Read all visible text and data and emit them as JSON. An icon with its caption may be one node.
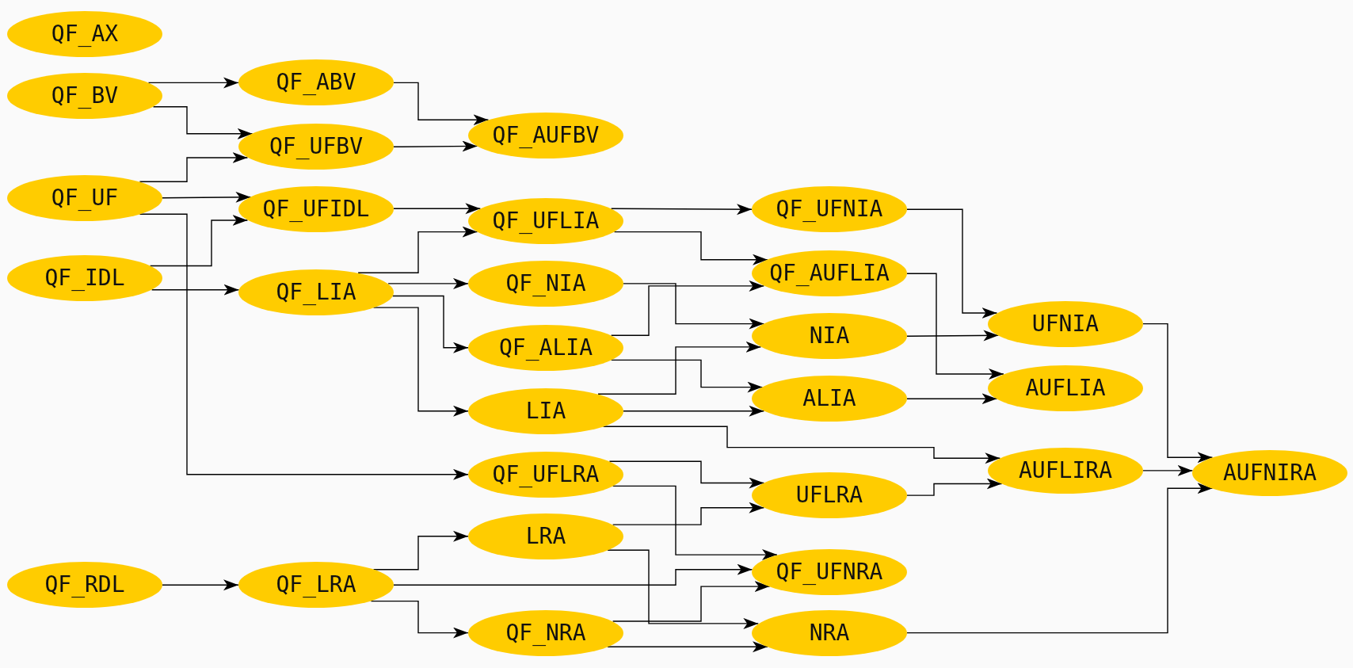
{
  "diagram": {
    "nodes": [
      {
        "text": [
          "QF_AX"
        ]
      },
      {
        "text": [
          "QF_BV"
        ]
      },
      {
        "text": [
          "QF_ABV"
        ]
      },
      {
        "text": [
          "QF_UFBV"
        ]
      },
      {
        "text": [
          "QF_AUFBV"
        ]
      },
      {
        "text": [
          "QF_UF"
        ]
      },
      {
        "text": [
          "QF_UFIDL"
        ]
      },
      {
        "text": [
          "QF_IDL"
        ]
      },
      {
        "text": [
          "QF_LIA"
        ]
      },
      {
        "text": [
          "QF_UFLIA"
        ]
      },
      {
        "text": [
          "QF_NIA"
        ]
      },
      {
        "text": [
          "QF_ALIA"
        ]
      },
      {
        "text": [
          "LIA"
        ]
      },
      {
        "text": [
          "QF_UFNIA"
        ]
      },
      {
        "text": [
          "QF_AUFLIA"
        ]
      },
      {
        "text": [
          "NIA"
        ]
      },
      {
        "text": [
          "ALIA"
        ]
      },
      {
        "text": [
          "UFNIA"
        ]
      },
      {
        "text": [
          "AUFLIA"
        ]
      },
      {
        "text": [
          "QF_UFLRA"
        ]
      },
      {
        "text": [
          "UFLRA"
        ]
      },
      {
        "text": [
          "AUFLIRA"
        ]
      },
      {
        "text": [
          "AUFNIRA"
        ]
      },
      {
        "text": [
          "LRA"
        ]
      },
      {
        "text": [
          "QF_RDL"
        ]
      },
      {
        "text": [
          "QF_LRA"
        ]
      },
      {
        "text": [
          "QF_UFNRA"
        ]
      },
      {
        "text": [
          "QF_NRA"
        ]
      },
      {
        "text": [
          "NRA"
        ]
      }
    ],
    "edges": [
      {
        "from": 1,
        "to": 2,
        "arrow": "to"
      },
      {
        "from": 1,
        "to": 3,
        "arrow": "to"
      },
      {
        "from": 5,
        "to": 3,
        "arrow": "to"
      },
      {
        "from": 5,
        "to": 6,
        "arrow": "to"
      },
      {
        "from": 5,
        "to": 19,
        "arrow": "to"
      },
      {
        "from": 7,
        "to": 6,
        "arrow": "to"
      },
      {
        "from": 7,
        "to": 8,
        "arrow": "to"
      },
      {
        "from": 2,
        "to": 4,
        "arrow": "to"
      },
      {
        "from": 3,
        "to": 4,
        "arrow": "to"
      },
      {
        "from": 6,
        "to": 9,
        "arrow": "to"
      },
      {
        "from": 8,
        "to": 9,
        "arrow": "to"
      },
      {
        "from": 8,
        "to": 10,
        "arrow": "to"
      },
      {
        "from": 8,
        "to": 11,
        "arrow": "to"
      },
      {
        "from": 8,
        "to": 12,
        "arrow": "to"
      },
      {
        "from": 9,
        "to": 13,
        "arrow": "to"
      },
      {
        "from": 9,
        "to": 14,
        "arrow": "to"
      },
      {
        "from": 11,
        "to": 14,
        "arrow": "to"
      },
      {
        "from": 10,
        "to": 15,
        "arrow": "to"
      },
      {
        "from": 12,
        "to": 15,
        "arrow": "to"
      },
      {
        "from": 11,
        "to": 16,
        "arrow": "to"
      },
      {
        "from": 12,
        "to": 16,
        "arrow": "to"
      },
      {
        "from": 12,
        "to": 21,
        "arrow": "to"
      },
      {
        "from": 13,
        "to": 17,
        "arrow": "to"
      },
      {
        "from": 15,
        "to": 17,
        "arrow": "to"
      },
      {
        "from": 14,
        "to": 18,
        "arrow": "to"
      },
      {
        "from": 16,
        "to": 18,
        "arrow": "to"
      },
      {
        "from": 17,
        "to": 22,
        "arrow": "to"
      },
      {
        "from": 21,
        "to": 22,
        "arrow": "to"
      },
      {
        "from": 28,
        "to": 22,
        "arrow": "to"
      },
      {
        "from": 19,
        "to": 20,
        "arrow": "to"
      },
      {
        "from": 23,
        "to": 20,
        "arrow": "to"
      },
      {
        "from": 20,
        "to": 21,
        "arrow": "to"
      },
      {
        "from": 19,
        "to": 26,
        "arrow": "to"
      },
      {
        "from": 25,
        "to": 26,
        "arrow": "to"
      },
      {
        "from": 27,
        "to": 26,
        "arrow": "to"
      },
      {
        "from": 23,
        "to": 28,
        "arrow": "to"
      },
      {
        "from": 27,
        "to": 28,
        "arrow": "to"
      },
      {
        "from": 24,
        "to": 25,
        "arrow": "to"
      },
      {
        "from": 25,
        "to": 23,
        "arrow": "to"
      },
      {
        "from": 25,
        "to": 27,
        "arrow": "to"
      }
    ]
  }
}
